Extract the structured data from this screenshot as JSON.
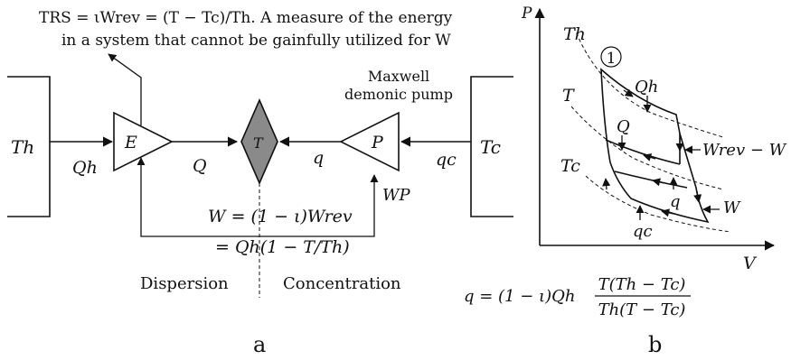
{
  "panel_a": {
    "caption": "a",
    "top_note_line1": "TRS = ιWrev = (T − Tc)/Th. A measure of the energy",
    "top_note_line2": "in a system that cannot be gainfully utilized for W",
    "hot_reservoir_label": "Th",
    "cold_reservoir_label": "Tc",
    "heat_in_label": "Qh",
    "heat_out_label": "qc",
    "engine_label": "E",
    "pump_label": "P",
    "central_label": "T",
    "Q_label": "Q",
    "q_label": "q",
    "pump_caption_line1": "Maxwell",
    "pump_caption_line2": "demonic pump",
    "pump_work_label": "WP",
    "work_eq_line1": "W = (1 − ι)Wrev",
    "work_eq_line2": "= Qh(1 − T/Th)",
    "dispersion_label": "Dispersion",
    "concentration_label": "Concentration"
  },
  "panel_b": {
    "caption": "b",
    "y_axis_label": "P",
    "x_axis_label": "V",
    "isotherm_labels": [
      "Th",
      "T",
      "Tc"
    ],
    "state_marker": "1",
    "cycle_labels": [
      "Qh",
      "Q",
      "Wrev − W",
      "q",
      "W",
      "qc"
    ],
    "q_formula_lhs": "q = (1 − ι)Qh",
    "q_formula_num": "T(Th − Tc)",
    "q_formula_den": "Th(T − Tc)"
  },
  "colors": {
    "central_fill": "#8a8a8a",
    "line": "#111111"
  }
}
